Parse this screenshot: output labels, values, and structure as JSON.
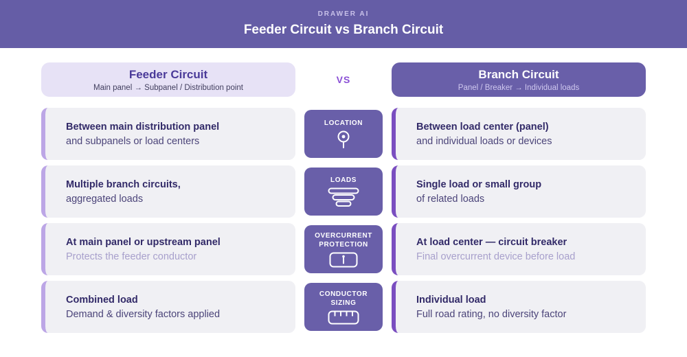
{
  "banner": {
    "brand": "DRAWER AI",
    "title": "Feeder Circuit vs Branch Circuit"
  },
  "columns": {
    "left": {
      "title": "Feeder Circuit",
      "subtitle": "Main panel → Subpanel / Distribution point"
    },
    "vs": "VS",
    "right": {
      "title": "Branch Circuit",
      "subtitle": "Panel / Breaker → Individual loads"
    }
  },
  "rows": [
    {
      "label": "LOCATION",
      "icon": "location-pin-icon",
      "left": {
        "line1": "Between main distribution panel",
        "line2": "and subpanels or load centers"
      },
      "right": {
        "line1": "Between load center (panel)",
        "line2": "and individual loads or devices"
      }
    },
    {
      "label": "LOADS",
      "icon": "stacked-loads-icon",
      "left": {
        "line1": "Multiple branch circuits,",
        "line2": "aggregated loads"
      },
      "right": {
        "line1": "Single load or small group",
        "line2": "of related loads"
      }
    },
    {
      "label": "OVERCURRENT PROTECTION",
      "icon": "circuit-breaker-icon",
      "left": {
        "line1": "At main panel or upstream panel",
        "line2": "Protects the feeder conductor"
      },
      "right": {
        "line1": "At load center — circuit breaker",
        "line2": "Final overcurrent device before load"
      }
    },
    {
      "label": "CONDUCTOR SIZING",
      "icon": "ruler-icon",
      "left": {
        "line1": "Combined load",
        "line2": "Demand & diversity factors applied"
      },
      "right": {
        "line1": "Individual load",
        "line2": "Full road rating, no diversity factor"
      }
    }
  ],
  "colors": {
    "banner_purple": "#655da6",
    "badge_purple": "#695fa9",
    "light_header_bg": "#e7e2f6",
    "card_bg": "#f0f0f4",
    "left_accent": "#bca6e6",
    "right_accent": "#7a4ec0",
    "bold_text": "#322a68",
    "body_text": "#4b4479",
    "muted_text": "#a8a0cc",
    "vs_purple": "#8a4fd6"
  }
}
